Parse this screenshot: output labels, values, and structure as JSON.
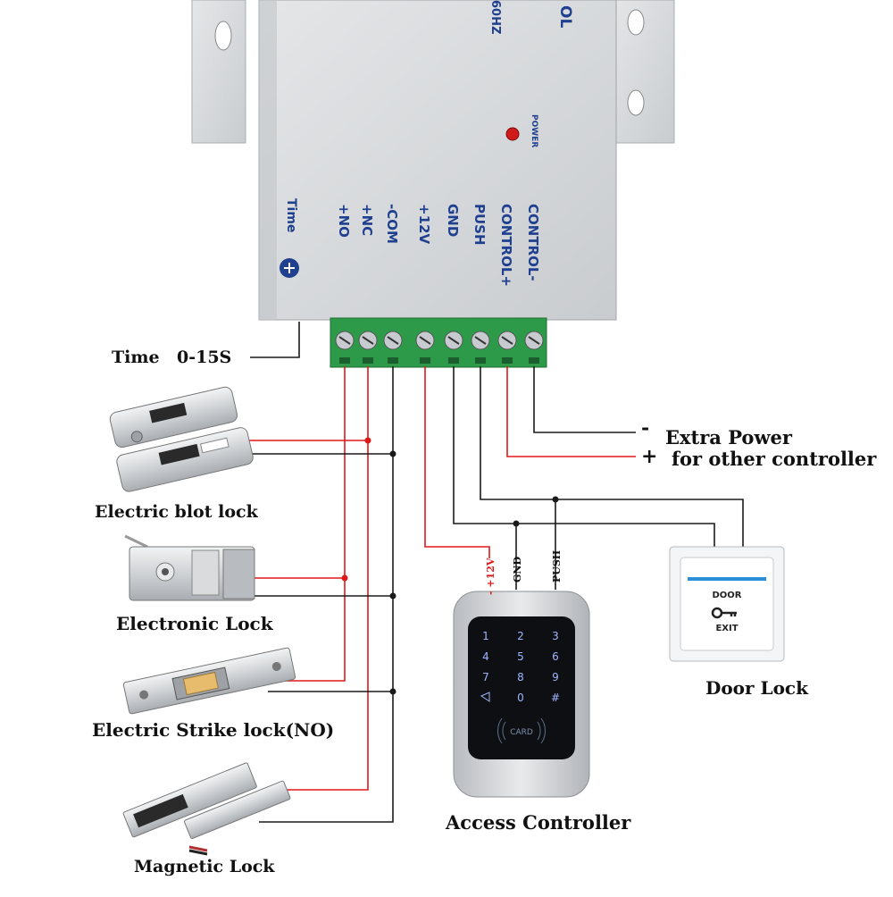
{
  "device": {
    "freq_label": "60HZ",
    "brand_partial": "OL",
    "power_label": "POWER",
    "time_label": "Time",
    "terminals": [
      "+NO",
      "+NC",
      "-COM",
      "+12V",
      "GND",
      "PUSH",
      "CONTROL+",
      "CONTROL-"
    ]
  },
  "time_setting": {
    "label": "Time",
    "value": "0-15S"
  },
  "extra_power": {
    "minus": "-",
    "plus": "+",
    "line1": "Extra Power",
    "line2": "for other controller"
  },
  "locks": [
    {
      "label": "Electric blot lock"
    },
    {
      "label": "Electronic Lock"
    },
    {
      "label": "Electric Strike lock(NO)"
    },
    {
      "label": "Magnetic Lock"
    }
  ],
  "access_controller": {
    "label": "Access Controller",
    "wire_labels": [
      "- +12V",
      "GND",
      "PUSH"
    ],
    "keys": [
      "1",
      "2",
      "3",
      "4",
      "5",
      "6",
      "7",
      "8",
      "9",
      "",
      "0",
      "#"
    ],
    "card_label": "CARD"
  },
  "door_button": {
    "label": "Door Lock",
    "line1": "DOOR",
    "line2": "EXIT"
  },
  "colors": {
    "power_wire": "#e01818",
    "ground_wire": "#1a1a1a",
    "terminal_block": "#2d9a4a",
    "panel": "#d6d9db",
    "label_blue": "#1f3f8f"
  }
}
